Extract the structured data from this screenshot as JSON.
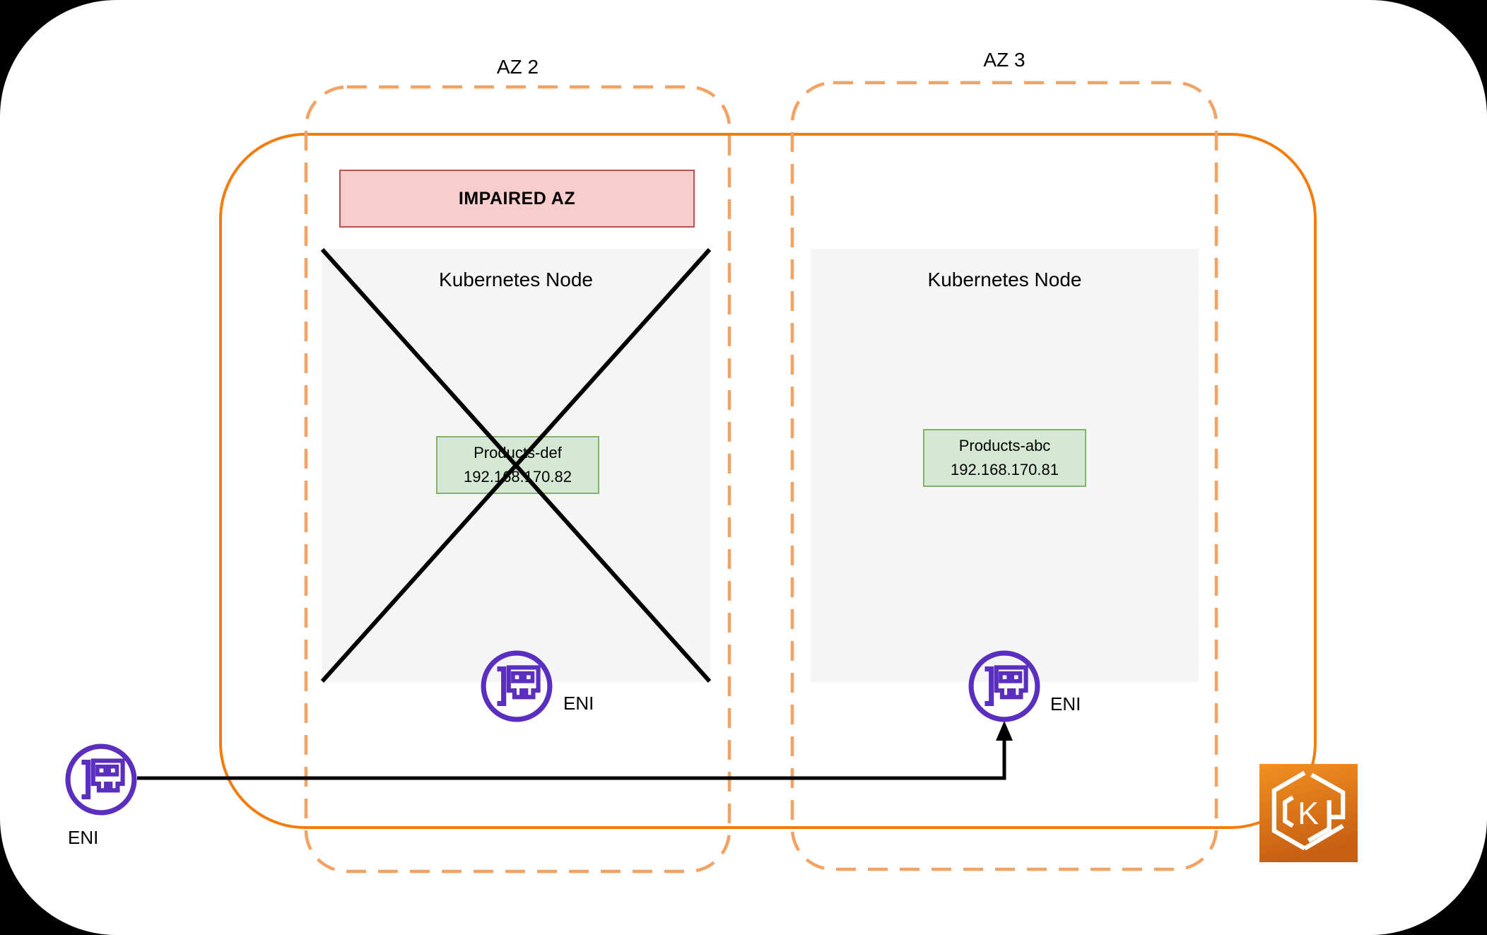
{
  "availability_zones": [
    {
      "label": "AZ 2",
      "impaired_banner": "IMPAIRED AZ",
      "node": {
        "title": "Kubernetes Node",
        "crossed_out": true,
        "pod": {
          "name": "Products-def",
          "ip": "192.168.170.82"
        },
        "eni_label": "ENI"
      }
    },
    {
      "label": "AZ 3",
      "node": {
        "title": "Kubernetes Node",
        "crossed_out": false,
        "pod": {
          "name": "Products-abc",
          "ip": "192.168.170.81"
        },
        "eni_label": "ENI"
      }
    }
  ],
  "external_eni": {
    "label": "ENI"
  },
  "eks": {
    "letter": "K"
  },
  "colors": {
    "page_bg": "#000000",
    "canvas_bg": "#ffffff",
    "cluster_border_solid": "#F47C0B",
    "az_border_dashed": "#F2A262",
    "impaired_fill": "#F8CECC",
    "impaired_border": "#B85450",
    "node_fill": "#F5F5F5",
    "pod_fill": "#D5E8D4",
    "pod_border": "#82B366",
    "eni_purple": "#5A2EBE",
    "eks_gradient_top": "#F29021",
    "eks_gradient_bottom": "#C85E12",
    "line_black": "#000000"
  }
}
